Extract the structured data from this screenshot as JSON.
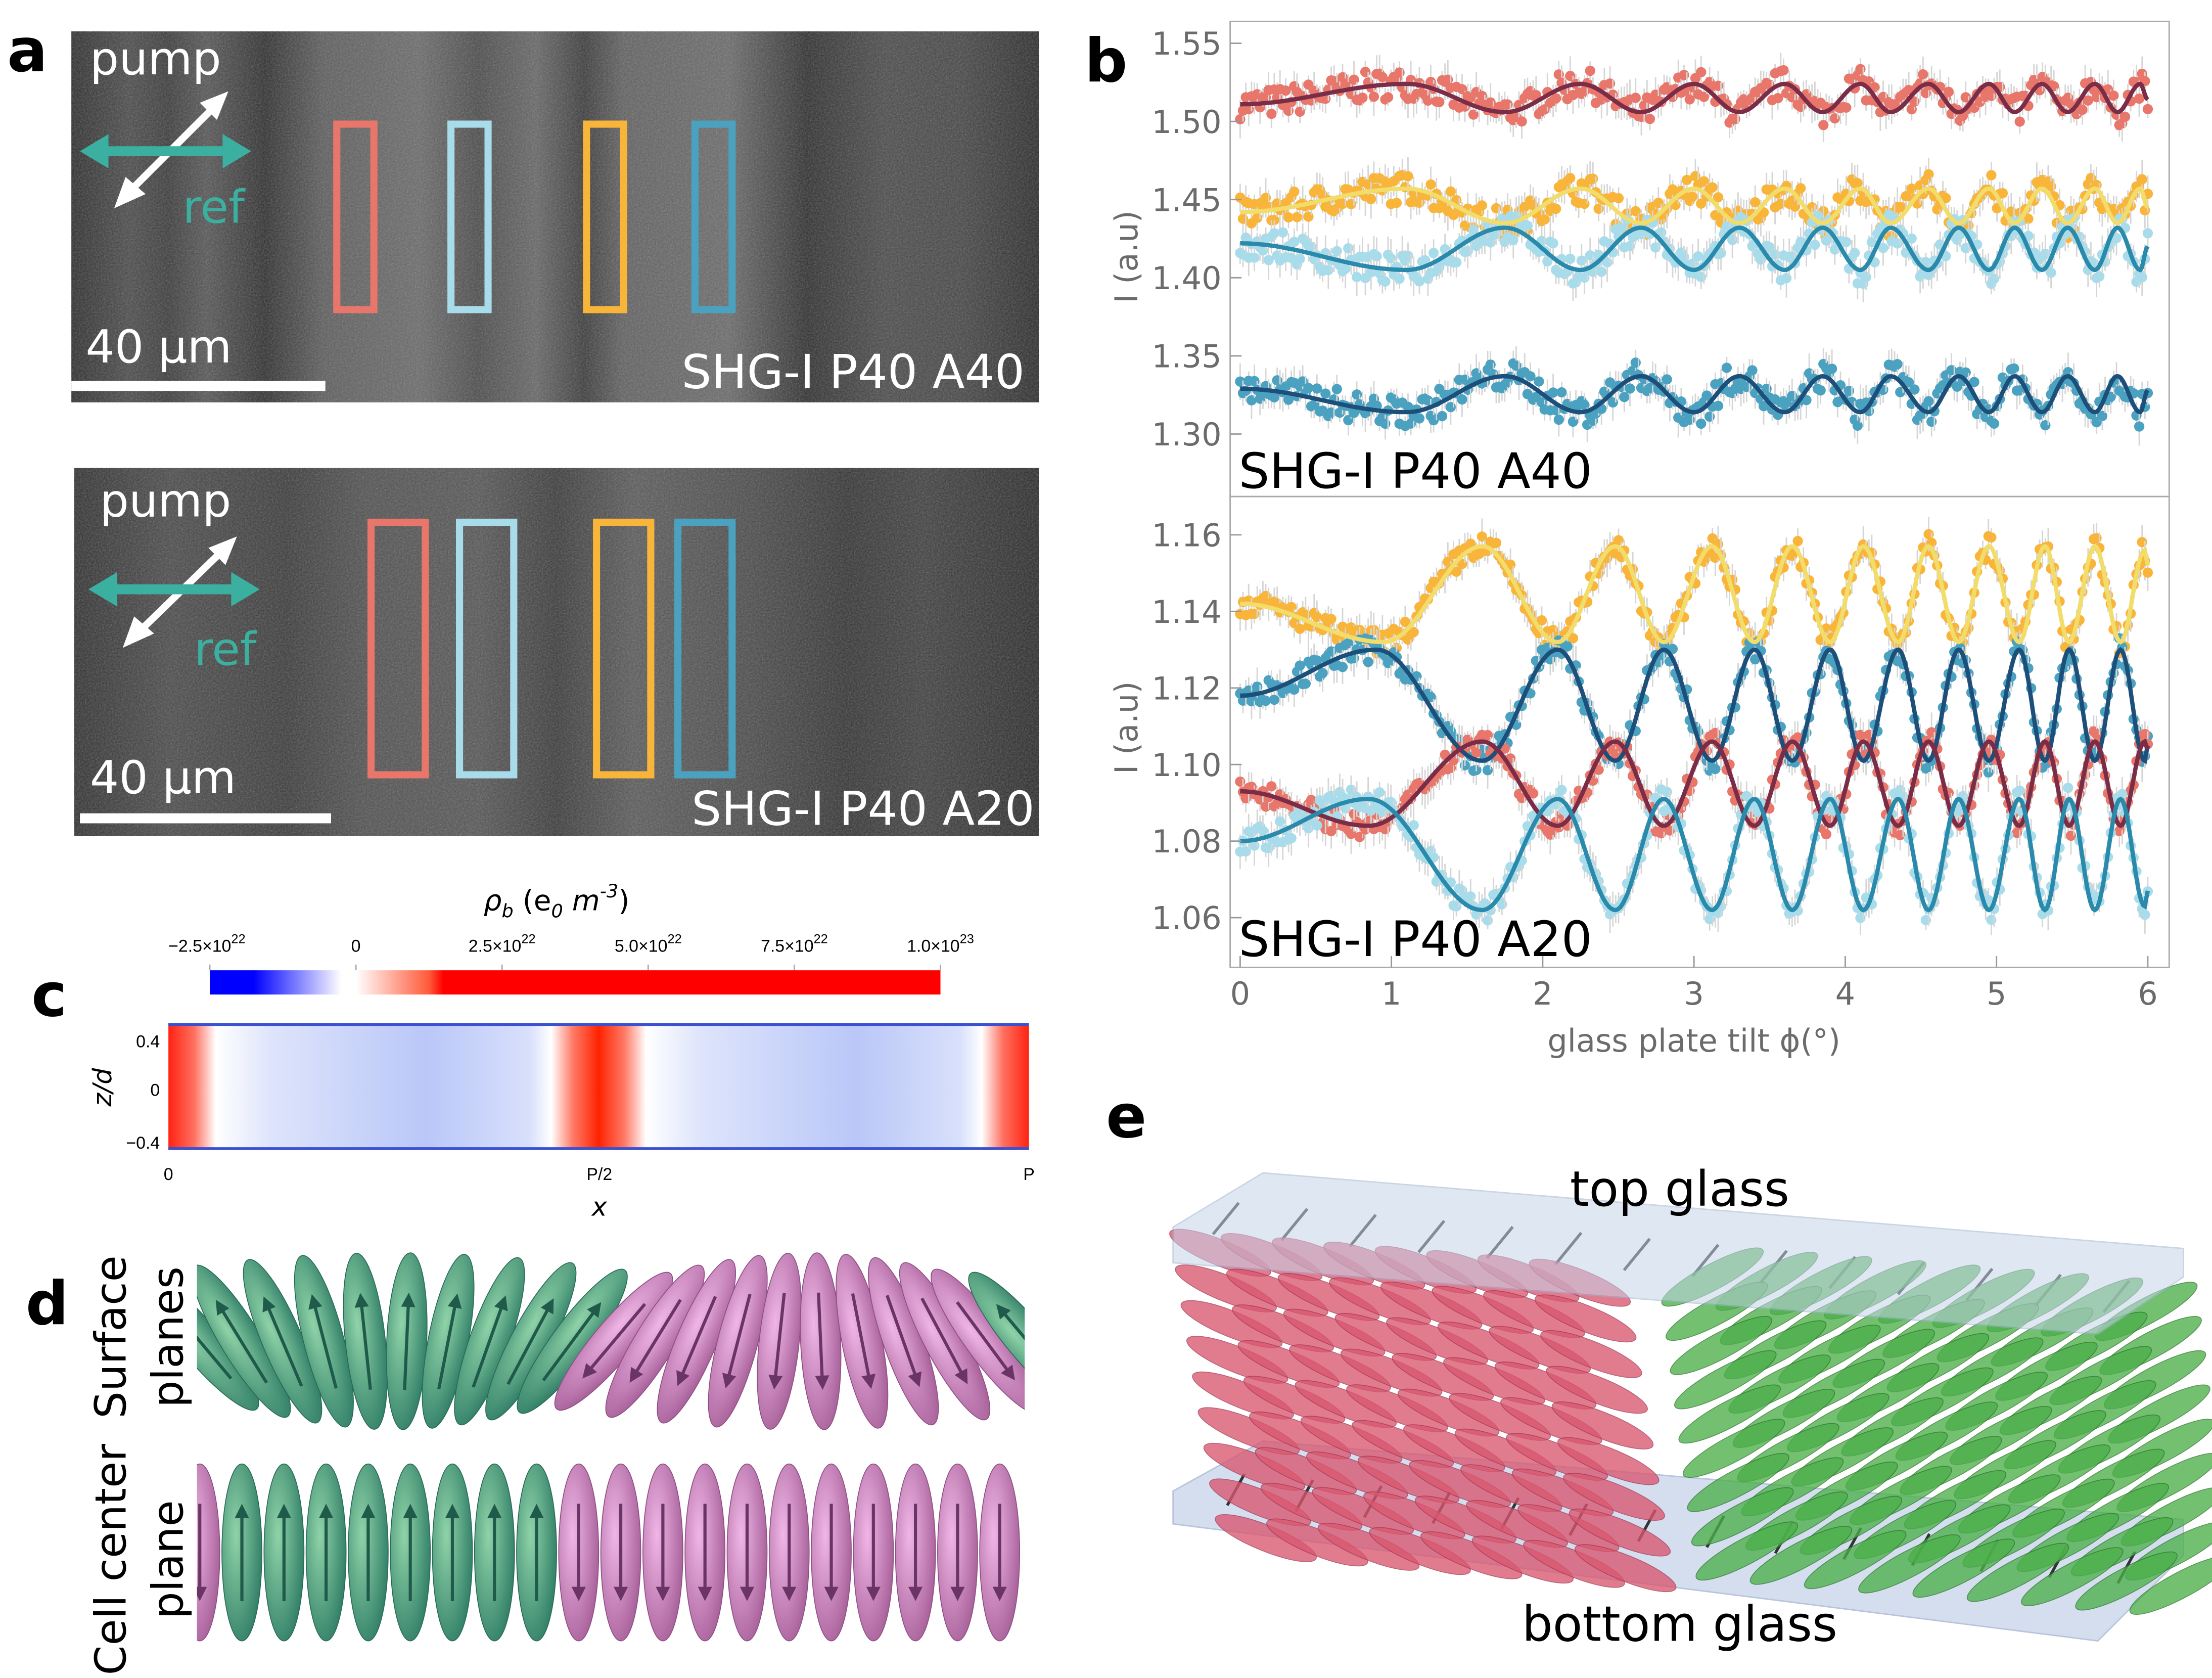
{
  "panel_labels": {
    "a": "a",
    "b": "b",
    "c": "c",
    "d": "d",
    "e": "e"
  },
  "panel_a": {
    "images": [
      {
        "pump": "pump",
        "ref": "ref",
        "scale": "40 µm",
        "caption": "SHG-I P40 A40"
      },
      {
        "pump": "pump",
        "ref": "ref",
        "scale": "40 µm",
        "caption": "SHG-I P40 A20"
      }
    ],
    "roi_colors": [
      "#e8766a",
      "#a9dcea",
      "#f9b53a",
      "#4ba2c0"
    ],
    "pump_color": "#ffffff",
    "ref_color": "#3cb0a0"
  },
  "chart_data": [
    {
      "type": "line",
      "title": "SHG-I P40 A40",
      "xlabel": "glass plate tilt ϕ(°)",
      "ylabel": "I (a.u)",
      "xlim": [
        0,
        6
      ],
      "ylim": [
        1.26,
        1.564
      ],
      "xticks": [
        "0",
        "1",
        "2",
        "3",
        "4",
        "5",
        "6"
      ],
      "yticks": [
        "1.30",
        "1.35",
        "1.40",
        "1.45",
        "1.50",
        "1.55"
      ],
      "ytick_values": [
        1.3,
        1.35,
        1.4,
        1.45,
        1.5,
        1.55
      ],
      "grid": false,
      "series": [
        {
          "color": "#7b2c47",
          "point_color": "#e8766a",
          "x": [
            0,
            1.1,
            1.75,
            2.25,
            2.65,
            3.0,
            3.3,
            3.6,
            3.85,
            4.1,
            4.3,
            4.55,
            4.75,
            4.95,
            5.12,
            5.3,
            5.47,
            5.65,
            5.8,
            5.95,
            6.0
          ],
          "y": [
            1.511,
            1.524,
            1.506,
            1.524,
            1.506,
            1.524,
            1.506,
            1.524,
            1.506,
            1.524,
            1.506,
            1.524,
            1.506,
            1.524,
            1.506,
            1.524,
            1.506,
            1.524,
            1.506,
            1.524,
            1.514
          ]
        },
        {
          "color": "#f2dc6a",
          "point_color": "#f9b53a",
          "x": [
            0,
            1.1,
            1.75,
            2.25,
            2.65,
            3.0,
            3.3,
            3.6,
            3.85,
            4.1,
            4.3,
            4.55,
            4.75,
            4.95,
            5.12,
            5.3,
            5.47,
            5.65,
            5.8,
            5.95,
            6.0
          ],
          "y": [
            1.442,
            1.457,
            1.435,
            1.457,
            1.435,
            1.457,
            1.435,
            1.457,
            1.435,
            1.457,
            1.435,
            1.457,
            1.435,
            1.457,
            1.435,
            1.457,
            1.435,
            1.457,
            1.435,
            1.457,
            1.445
          ]
        },
        {
          "color": "#2a8aab",
          "point_color": "#a9dcea",
          "x": [
            0,
            1.1,
            1.75,
            2.25,
            2.65,
            3.0,
            3.3,
            3.6,
            3.85,
            4.1,
            4.3,
            4.55,
            4.75,
            4.95,
            5.12,
            5.3,
            5.47,
            5.65,
            5.8,
            5.95,
            6.0
          ],
          "y": [
            1.422,
            1.405,
            1.432,
            1.405,
            1.432,
            1.405,
            1.432,
            1.405,
            1.432,
            1.405,
            1.432,
            1.405,
            1.432,
            1.405,
            1.432,
            1.405,
            1.432,
            1.405,
            1.432,
            1.405,
            1.42
          ]
        },
        {
          "color": "#1d4f7b",
          "point_color": "#4ba2c0",
          "x": [
            0,
            1.1,
            1.75,
            2.25,
            2.65,
            3.0,
            3.3,
            3.6,
            3.85,
            4.1,
            4.3,
            4.55,
            4.75,
            4.95,
            5.12,
            5.3,
            5.47,
            5.65,
            5.8,
            5.95,
            6.0
          ],
          "y": [
            1.329,
            1.314,
            1.337,
            1.314,
            1.337,
            1.314,
            1.337,
            1.314,
            1.337,
            1.314,
            1.337,
            1.314,
            1.337,
            1.314,
            1.337,
            1.314,
            1.337,
            1.314,
            1.337,
            1.314,
            1.328
          ]
        }
      ]
    },
    {
      "type": "line",
      "title": "SHG-I P40 A20",
      "xlabel": "glass plate tilt ϕ(°)",
      "ylabel": "I (a.u)",
      "xlim": [
        0,
        6
      ],
      "ylim": [
        1.047,
        1.17
      ],
      "xticks": [
        "0",
        "1",
        "2",
        "3",
        "4",
        "5",
        "6"
      ],
      "yticks": [
        "1.06",
        "1.08",
        "1.10",
        "1.12",
        "1.14",
        "1.16"
      ],
      "ytick_values": [
        1.06,
        1.08,
        1.1,
        1.12,
        1.14,
        1.16
      ],
      "grid": false,
      "series": [
        {
          "color": "#f2dc6a",
          "point_color": "#f9b53a",
          "x": [
            0,
            0.95,
            1.6,
            2.1,
            2.48,
            2.8,
            3.12,
            3.4,
            3.65,
            3.9,
            4.12,
            4.35,
            4.55,
            4.75,
            4.95,
            5.15,
            5.32,
            5.48,
            5.65,
            5.82,
            5.98,
            6.0
          ],
          "y": [
            1.142,
            1.132,
            1.157,
            1.132,
            1.157,
            1.132,
            1.157,
            1.132,
            1.157,
            1.132,
            1.157,
            1.132,
            1.157,
            1.132,
            1.157,
            1.132,
            1.157,
            1.132,
            1.157,
            1.132,
            1.156,
            1.152
          ]
        },
        {
          "color": "#1d4f7b",
          "point_color": "#4ba2c0",
          "x": [
            0,
            0.9,
            1.6,
            2.1,
            2.48,
            2.8,
            3.12,
            3.4,
            3.65,
            3.9,
            4.12,
            4.35,
            4.55,
            4.75,
            4.95,
            5.15,
            5.32,
            5.48,
            5.65,
            5.82,
            5.98,
            6.0
          ],
          "y": [
            1.118,
            1.13,
            1.101,
            1.13,
            1.101,
            1.13,
            1.101,
            1.13,
            1.101,
            1.13,
            1.101,
            1.13,
            1.101,
            1.13,
            1.101,
            1.13,
            1.101,
            1.13,
            1.101,
            1.13,
            1.101,
            1.105
          ]
        },
        {
          "color": "#7b2c47",
          "point_color": "#e8766a",
          "x": [
            0,
            0.85,
            1.6,
            2.1,
            2.48,
            2.8,
            3.12,
            3.4,
            3.65,
            3.9,
            4.12,
            4.35,
            4.55,
            4.75,
            4.95,
            5.15,
            5.32,
            5.48,
            5.65,
            5.82,
            5.98,
            6.0
          ],
          "y": [
            1.093,
            1.084,
            1.106,
            1.084,
            1.106,
            1.084,
            1.106,
            1.084,
            1.106,
            1.084,
            1.106,
            1.084,
            1.106,
            1.084,
            1.106,
            1.084,
            1.106,
            1.084,
            1.106,
            1.084,
            1.106,
            1.104
          ]
        },
        {
          "color": "#2a8aab",
          "point_color": "#a9dcea",
          "x": [
            0,
            0.85,
            1.6,
            2.1,
            2.48,
            2.8,
            3.12,
            3.4,
            3.65,
            3.9,
            4.12,
            4.35,
            4.55,
            4.75,
            4.95,
            5.15,
            5.32,
            5.48,
            5.65,
            5.82,
            5.98,
            6.0
          ],
          "y": [
            1.08,
            1.091,
            1.062,
            1.091,
            1.062,
            1.091,
            1.062,
            1.091,
            1.062,
            1.091,
            1.062,
            1.091,
            1.062,
            1.091,
            1.062,
            1.091,
            1.062,
            1.091,
            1.062,
            1.091,
            1.063,
            1.067
          ]
        }
      ]
    }
  ],
  "panel_c": {
    "colorbar_title": {
      "rho": "ρ",
      "sub": "b",
      "rest": " (e",
      "sub2": "0",
      "m": " m",
      "exp": "-3",
      "close": ")"
    },
    "colorbar_ticks": [
      {
        "m": "−2.5×10",
        "e": "22"
      },
      {
        "m": "0",
        "e": ""
      },
      {
        "m": "2.5×10",
        "e": "22"
      },
      {
        "m": "5.0×10",
        "e": "22"
      },
      {
        "m": "7.5×10",
        "e": "22"
      },
      {
        "m": "1.0×10",
        "e": "23"
      }
    ],
    "colorbar_range": [
      -2.5e+22,
      1e+23
    ],
    "colors": {
      "negative": "#0000ff",
      "zero": "#ffffff",
      "positive": "#ff0000"
    },
    "yticks": [
      "0.4",
      "0",
      "−0.4"
    ],
    "ylabel": "z/d",
    "xticks": [
      "0",
      "P/2",
      "P"
    ],
    "xlabel": "x"
  },
  "panel_d": {
    "row_labels": [
      [
        "Surface",
        "planes"
      ],
      [
        "Cell center",
        "plane"
      ]
    ],
    "colors": {
      "green": "#3f9a7f",
      "pink": "#c27bb5"
    }
  },
  "panel_e": {
    "top_label": "top glass",
    "bottom_label": "bottom glass",
    "colors": {
      "red_domain": "#d9576f",
      "green_domain": "#4caf4a",
      "glass": "#c6d4ea"
    }
  }
}
